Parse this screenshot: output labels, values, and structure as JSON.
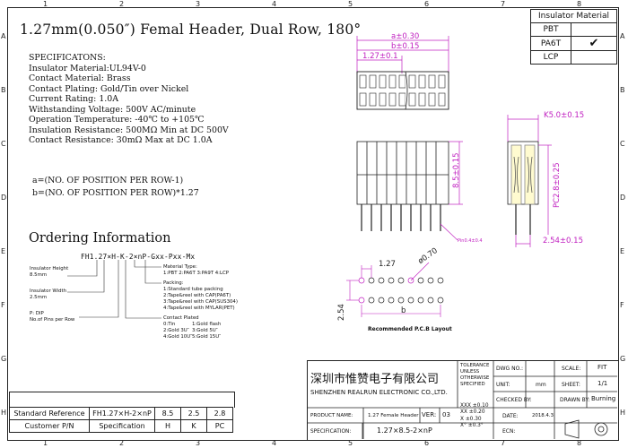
{
  "title": "1.27mm(0.050″) Femal Header, Dual Row, 180°",
  "specifications": {
    "heading": "SPECIFICATONS:",
    "lines": [
      "Insulator Material:UL94V-0",
      "Contact Material: Brass",
      "Contact Plating: Gold/Tin over Nickel",
      "Current Rating: 1.0A",
      "Withstanding Voltage: 500V AC/minute",
      "Operation Temperature: -40℃ to +105℃",
      "Insulation Resistance: 500MΩ Min at DC 500V",
      "Contact Resistance: 30mΩ Max at DC 1.0A"
    ]
  },
  "formulas": [
    "a=(NO. OF POSITION PER ROW-1)",
    "b=(NO. OF POSITION PER ROW)*1.27"
  ],
  "ordering": {
    "heading": "Ordering Information",
    "part_number": "FH1.27×H-K-2×nP-Gxx-Pxx-Mx",
    "left_notes": [
      {
        "label": "Insulator Height",
        "value": "8.5mm"
      },
      {
        "label": "Insulator Width",
        "value": "2.5mm"
      },
      {
        "label": "P: DIP",
        "value": "No.of Pins per Row"
      }
    ],
    "material_type": [
      "Material Type:",
      "1:PBT 2:PA6T 3:PA9T 4:LCP"
    ],
    "packing": [
      "Packing:",
      "1:Standard tube packing",
      "2:Tape&reel with CAP(PA6T)",
      "3:Tape&reel with CAP(SUS304)",
      "4:Tape&reel with MYLAR(PET)"
    ],
    "contact_plated": [
      "Contact Plated",
      "0:Tin",
      "1:Gold flash",
      "2:Gold 3U″",
      "3:Gold 5U″",
      "4:Gold 10U″",
      "5:Gold 15U″"
    ]
  },
  "insulator_material": {
    "header": "Insulator Material",
    "options": [
      "PBT",
      "PA6T",
      "LCP"
    ],
    "checked": "PA6T"
  },
  "dimensions": {
    "a": "a±0.30",
    "b": "b±0.15",
    "pitch": "1.27±0.1",
    "k": "K5.0±0.15",
    "height": "8.5±0.15",
    "pc": "PC2.8±0.25",
    "pin_pitch": "2.54±0.15",
    "pin_size": "Pin0.4±0.4",
    "pcb_pitch": "1.27",
    "pcb_hole": "ø0.70",
    "pcb_row": "2.54",
    "pcb_b": "b",
    "pcb_label": "Recommended P.C.B Layout"
  },
  "standard_table": {
    "rows": [
      [
        "Standard Reference",
        "FH1.27×H-2×nP",
        "8.5",
        "2.5",
        "2.8"
      ],
      [
        "Customer P/N",
        "Specification",
        "H",
        "K",
        "PC"
      ]
    ]
  },
  "title_block": {
    "company_cn": "深圳市惟赞电子有限公司",
    "company_en": "SHENZHEN REALRUN ELECTRONIC CO.,LTD.",
    "tolerance": [
      "TOLERANCE",
      "UNLESS",
      "OTHERWISE",
      "SPECIFIED"
    ],
    "tol_values": [
      "XXX  ±0.10",
      "XX   ±0.20",
      "X    ±0.30",
      "X°   ±0.3°"
    ],
    "dwg_no_label": "DWG NO.:",
    "unit_label": "UNIT:",
    "unit_value": "mm",
    "checked_label": "CHECKED BY:",
    "date_label": "DATE:",
    "date_value": "2018.4.3",
    "ecn_label": "ECN:",
    "scale_label": "SCALE:",
    "scale_value": "FIT",
    "sheet_label": "SHEET:",
    "sheet_value": "1/1",
    "drawn_label": "DRAWN BY:",
    "drawn_value": "Burning",
    "product_label": "PRODUCT NAME:",
    "product_value": "1.27 Female Header",
    "ver_label": "VER:",
    "ver_value": "03",
    "spec_label": "SPECIFICATION:",
    "spec_value": "1.27×8.5-2×nP"
  },
  "zones": {
    "top": [
      "1",
      "2",
      "3",
      "4",
      "5",
      "6",
      "7",
      "8"
    ],
    "bottom": [
      "1",
      "2",
      "3",
      "4",
      "5",
      "6",
      "7",
      "8"
    ],
    "left": [
      "A",
      "B",
      "C",
      "D",
      "E",
      "F",
      "G",
      "H"
    ],
    "right": [
      "A",
      "B",
      "C",
      "D",
      "E",
      "F",
      "G",
      "H"
    ]
  },
  "colors": {
    "dimension": "#c020c0",
    "line": "#222222"
  }
}
